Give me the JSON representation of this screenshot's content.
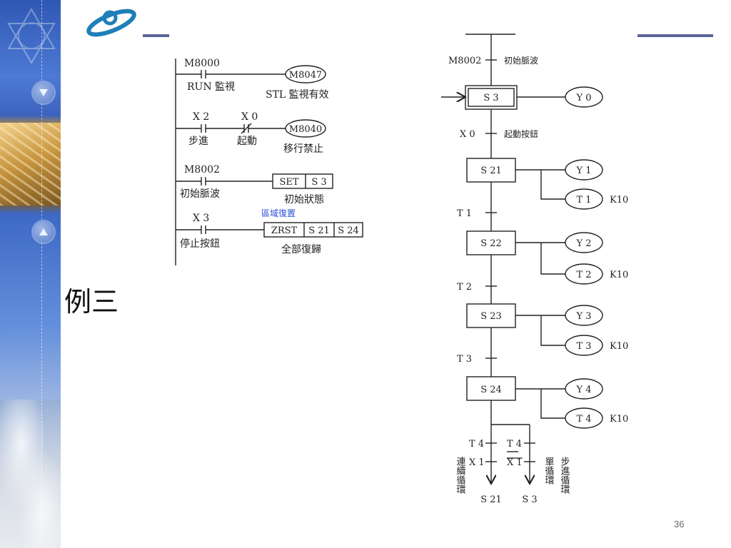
{
  "slide": {
    "title": "例三",
    "page_number": "36"
  },
  "ladder": {
    "rungs": [
      {
        "contact": "M8000",
        "contact_desc": "RUN 監視",
        "coil": "M8047",
        "coil_desc": "STL 監視有效"
      },
      {
        "contact1": "X 2",
        "contact1_desc": "步進",
        "contact2": "X 0",
        "contact2_desc": "起動",
        "coil": "M8040",
        "coil_desc": "移行禁止"
      },
      {
        "contact": "M8002",
        "contact_desc": "初始脈波",
        "instr": "SET",
        "operand": "S 3",
        "instr_desc": "初始狀態"
      },
      {
        "contact": "X 3",
        "contact_desc": "停止按鈕",
        "instr": "ZRST",
        "operand1": "S 21",
        "operand2": "S 24",
        "instr_desc": "全部復歸",
        "note": "區域復置"
      }
    ]
  },
  "sfc": {
    "init_condition": "M8002",
    "init_condition_desc": "初始脈波",
    "s3": "S 3",
    "s3_out": "Y 0",
    "x0": "X 0",
    "x0_desc": "起動按鈕",
    "steps": [
      {
        "state": "S 21",
        "out": "Y 1",
        "timer": "T 1",
        "preset": "K10",
        "transition": "T 1"
      },
      {
        "state": "S 22",
        "out": "Y 2",
        "timer": "T 2",
        "preset": "K10",
        "transition": "T 2"
      },
      {
        "state": "S 23",
        "out": "Y 3",
        "timer": "T 3",
        "preset": "K10",
        "transition": "T 3"
      },
      {
        "state": "S 24",
        "out": "Y 4",
        "timer": "T 4",
        "preset": "K10"
      }
    ],
    "branch_left": {
      "t": "T 4",
      "x": "X 1",
      "label": "連續循環",
      "target": "S 21"
    },
    "branch_right": {
      "t": "T 4",
      "x": "X 1",
      "label1": "單循環",
      "label2": "步進循環",
      "target": "S 3"
    }
  }
}
